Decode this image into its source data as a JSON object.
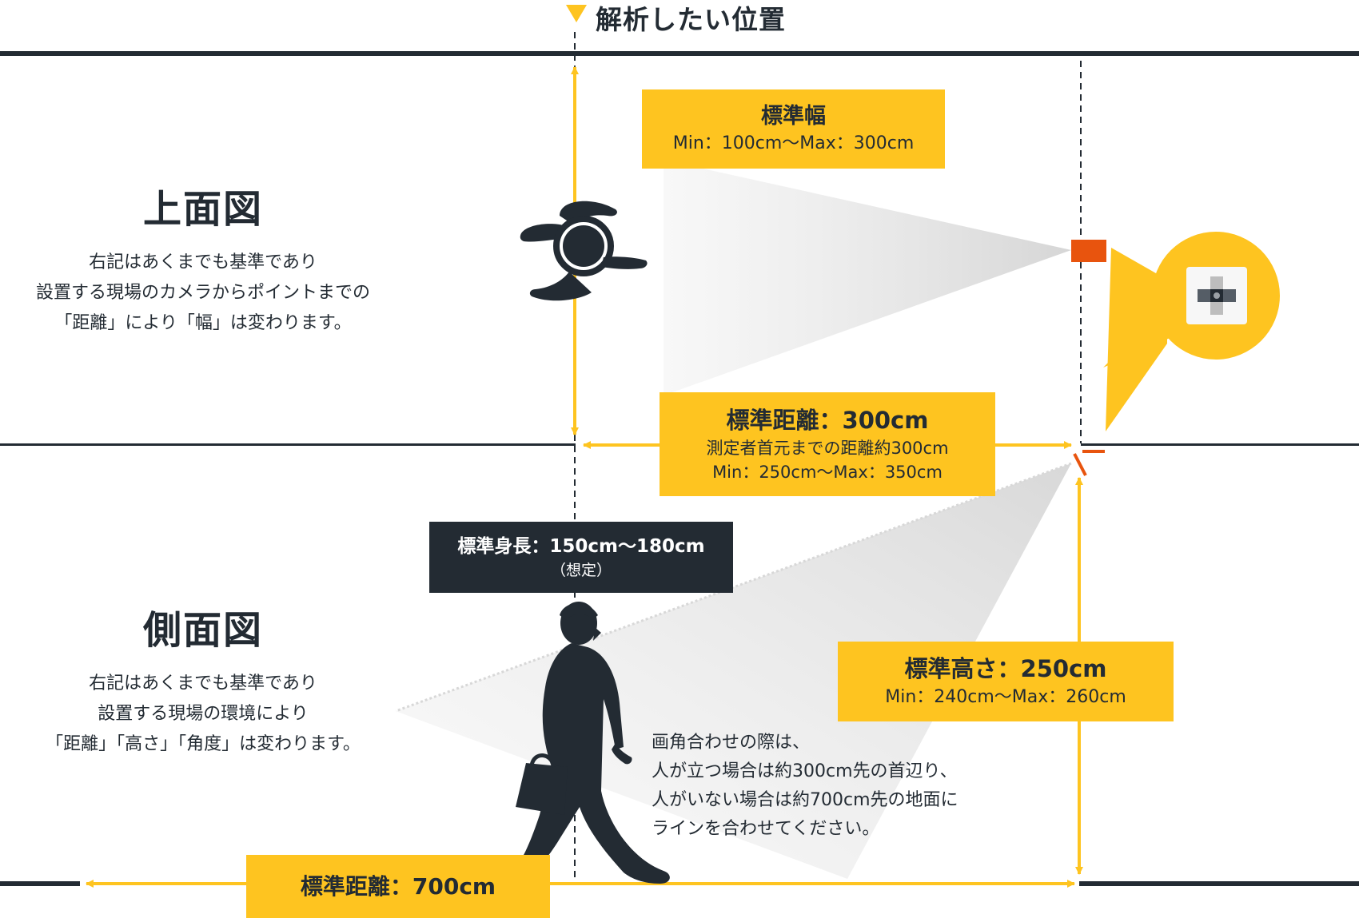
{
  "header": {
    "label": "解析したい位置"
  },
  "top_view": {
    "title": "上面図",
    "desc_lines": [
      "右記はあくまでも基準であり",
      "設置する現場のカメラからポイントまでの",
      "「距離」により「幅」は変わります。"
    ]
  },
  "side_view": {
    "title": "側面図",
    "desc_lines": [
      "右記はあくまでも基準であり",
      "設置する現場の環境により",
      "「距離」「高さ」「角度」は変わります。"
    ]
  },
  "width_box": {
    "title": "標準幅",
    "range": "Min：100cm〜Max：300cm"
  },
  "distance_box": {
    "title": "標準距離：300cm",
    "sub": "測定者首元までの距離約300cm",
    "range": "Min：250cm〜Max：350cm"
  },
  "height_person_box": {
    "title": "標準身長：150cm〜180cm",
    "sub": "（想定）"
  },
  "height_camera_box": {
    "title": "標準高さ：250cm",
    "range": "Min：240cm〜Max：260cm"
  },
  "floor_distance_box": {
    "title": "標準距離：700cm"
  },
  "note_lines": [
    "画角合わせの際は、",
    "人が立つ場合は約300cm先の首辺り、",
    "人がいない場合は約700cm先の地面に",
    "ラインを合わせてください。"
  ],
  "colors": {
    "accent": "#fec420",
    "dark": "#232b33",
    "camera": "#e8540e"
  },
  "icons": [
    "marker-triangle-icon",
    "top-view-person-icon",
    "side-view-person-icon",
    "camera-icon",
    "arrow-icon"
  ]
}
